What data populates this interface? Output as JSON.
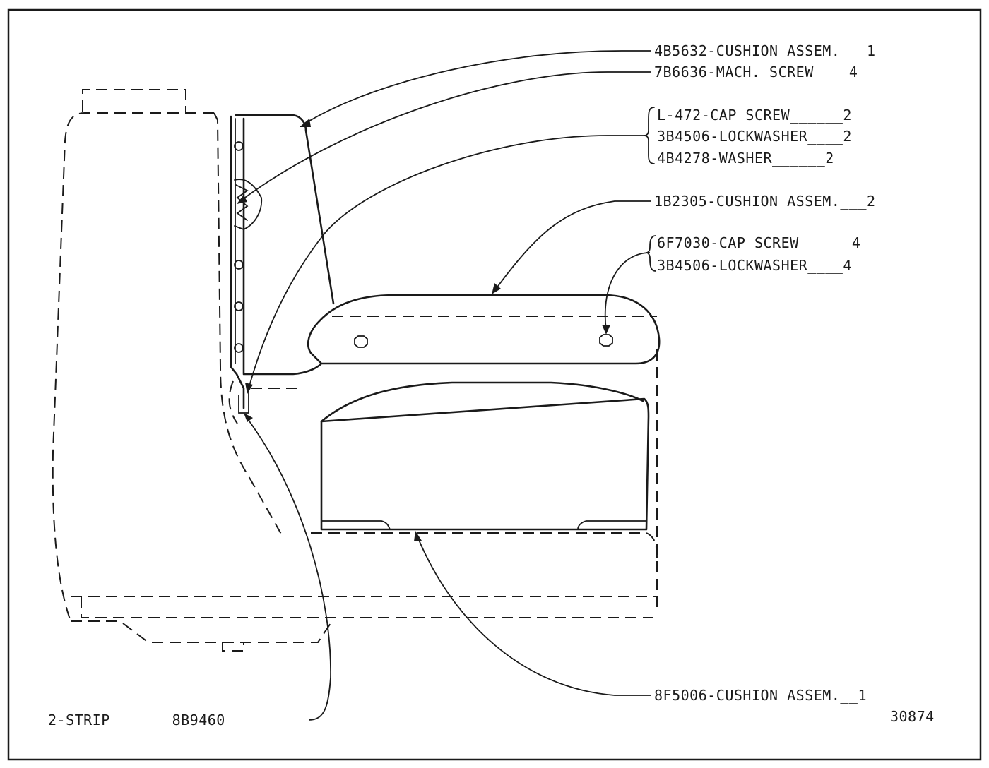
{
  "figure_number": "30874",
  "callouts": {
    "cushion_back": "4B5632-CUSHION ASSEM.___1",
    "mach_screw": "7B6636-MACH. SCREW____4",
    "group_a": [
      "L-472-CAP SCREW______2",
      "3B4506-LOCKWASHER____2",
      "4B4278-WASHER______2"
    ],
    "cushion_arm": "1B2305-CUSHION ASSEM.___2",
    "group_b": [
      "6F7030-CAP SCREW______4",
      "3B4506-LOCKWASHER____4"
    ],
    "cushion_seat": "8F5006-CUSHION ASSEM.__1",
    "strip": "2-STRIP_______8B9460"
  }
}
